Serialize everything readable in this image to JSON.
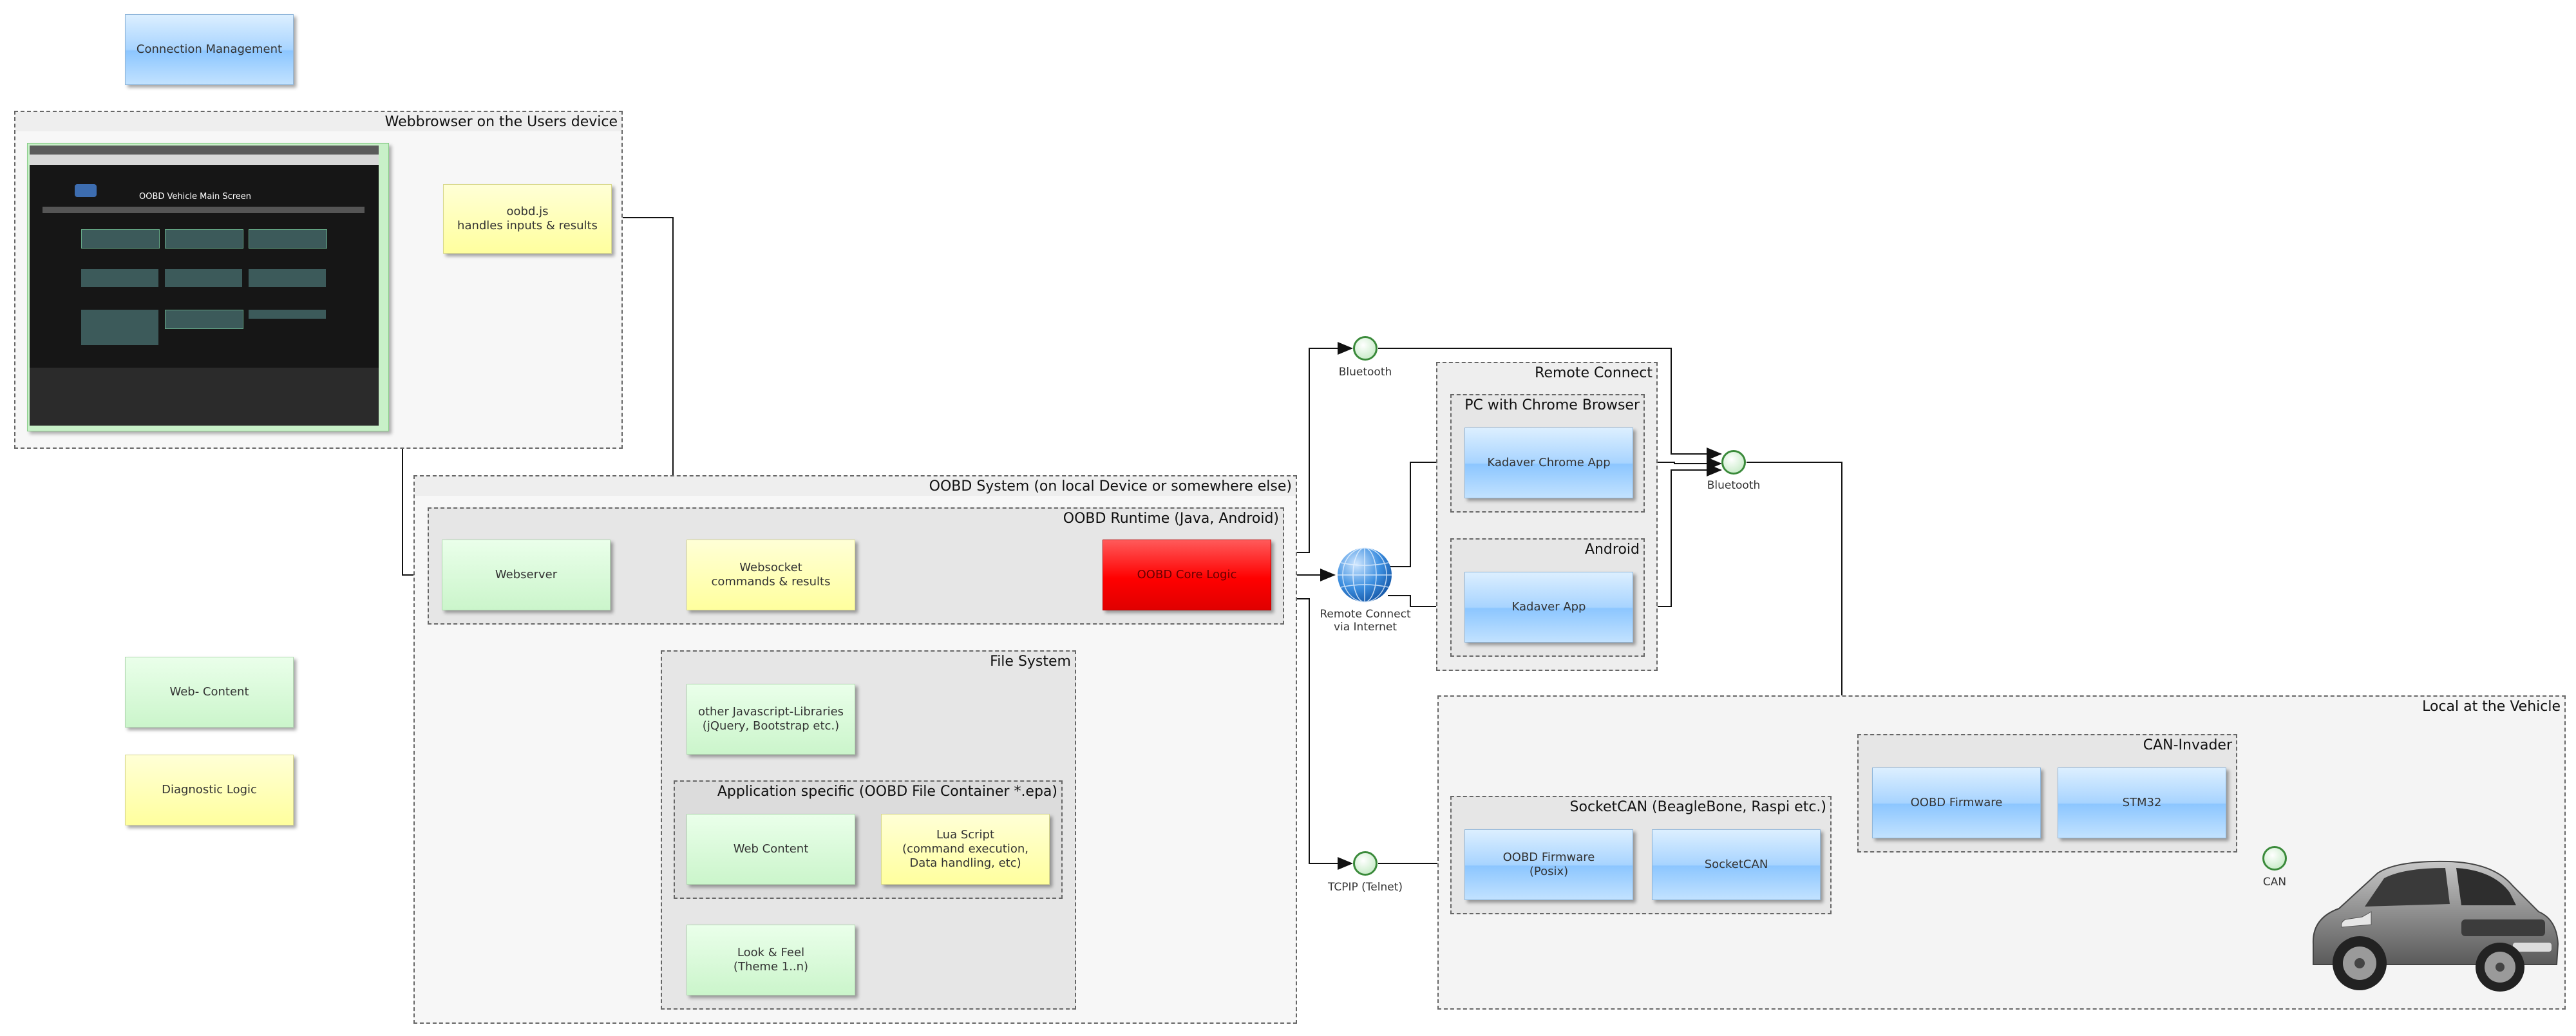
{
  "legend": {
    "connection": "Connection Management",
    "web_content": "Web- Content",
    "diagnostic_logic": "Diagnostic Logic"
  },
  "browser": {
    "title": "Webbrowser on the Users device",
    "screenshot_heading": "OOBD Vehicle Main Screen",
    "oobdjs": "oobd.js\nhandles inputs & results"
  },
  "system": {
    "title": "OOBD System (on local Device or somewhere else)",
    "runtime_title": "OOBD Runtime (Java, Android)",
    "webserver": "Webserver",
    "websocket": "Websocket\ncommands & results",
    "core_logic": "OOBD Core Logic",
    "filesystem_title": "File System",
    "js_libs": "other Javascript-Libraries\n(jQuery, Bootstrap etc.)",
    "app_title": "Application specific (OOBD File Container *.epa)",
    "web_content": "Web Content",
    "lua": "Lua Script\n(command execution,\nData handling, etc)",
    "look_feel": "Look & Feel\n(Theme 1..n)"
  },
  "connections": {
    "bluetooth_top": "Bluetooth",
    "remote_via_internet": "Remote Connect\nvia Internet",
    "tcpip": "TCPIP (Telnet)",
    "bluetooth_right": "Bluetooth",
    "can": "CAN"
  },
  "remote": {
    "title": "Remote Connect",
    "pc_title": "PC with Chrome Browser",
    "chrome_app": "Kadaver Chrome App",
    "android_title": "Android",
    "kadaver_app": "Kadaver App"
  },
  "vehicle": {
    "title": "Local at the Vehicle",
    "can_invader_title": "CAN-Invader",
    "oobd_firmware": "OOBD Firmware",
    "stm32": "STM32",
    "socketcan_title": "SocketCAN (BeagleBone, Raspi etc.)",
    "oobd_firmware_posix": "OOBD Firmware\n(Posix)",
    "socketcan": "SocketCAN"
  },
  "colors": {
    "connection": "#9ccbff",
    "web_content": "#cbf5cb",
    "diagnostic_logic": "#ffff9e",
    "core_logic": "#ff0000"
  },
  "icons": [
    "globe-icon",
    "car-icon",
    "browser-screenshot"
  ]
}
